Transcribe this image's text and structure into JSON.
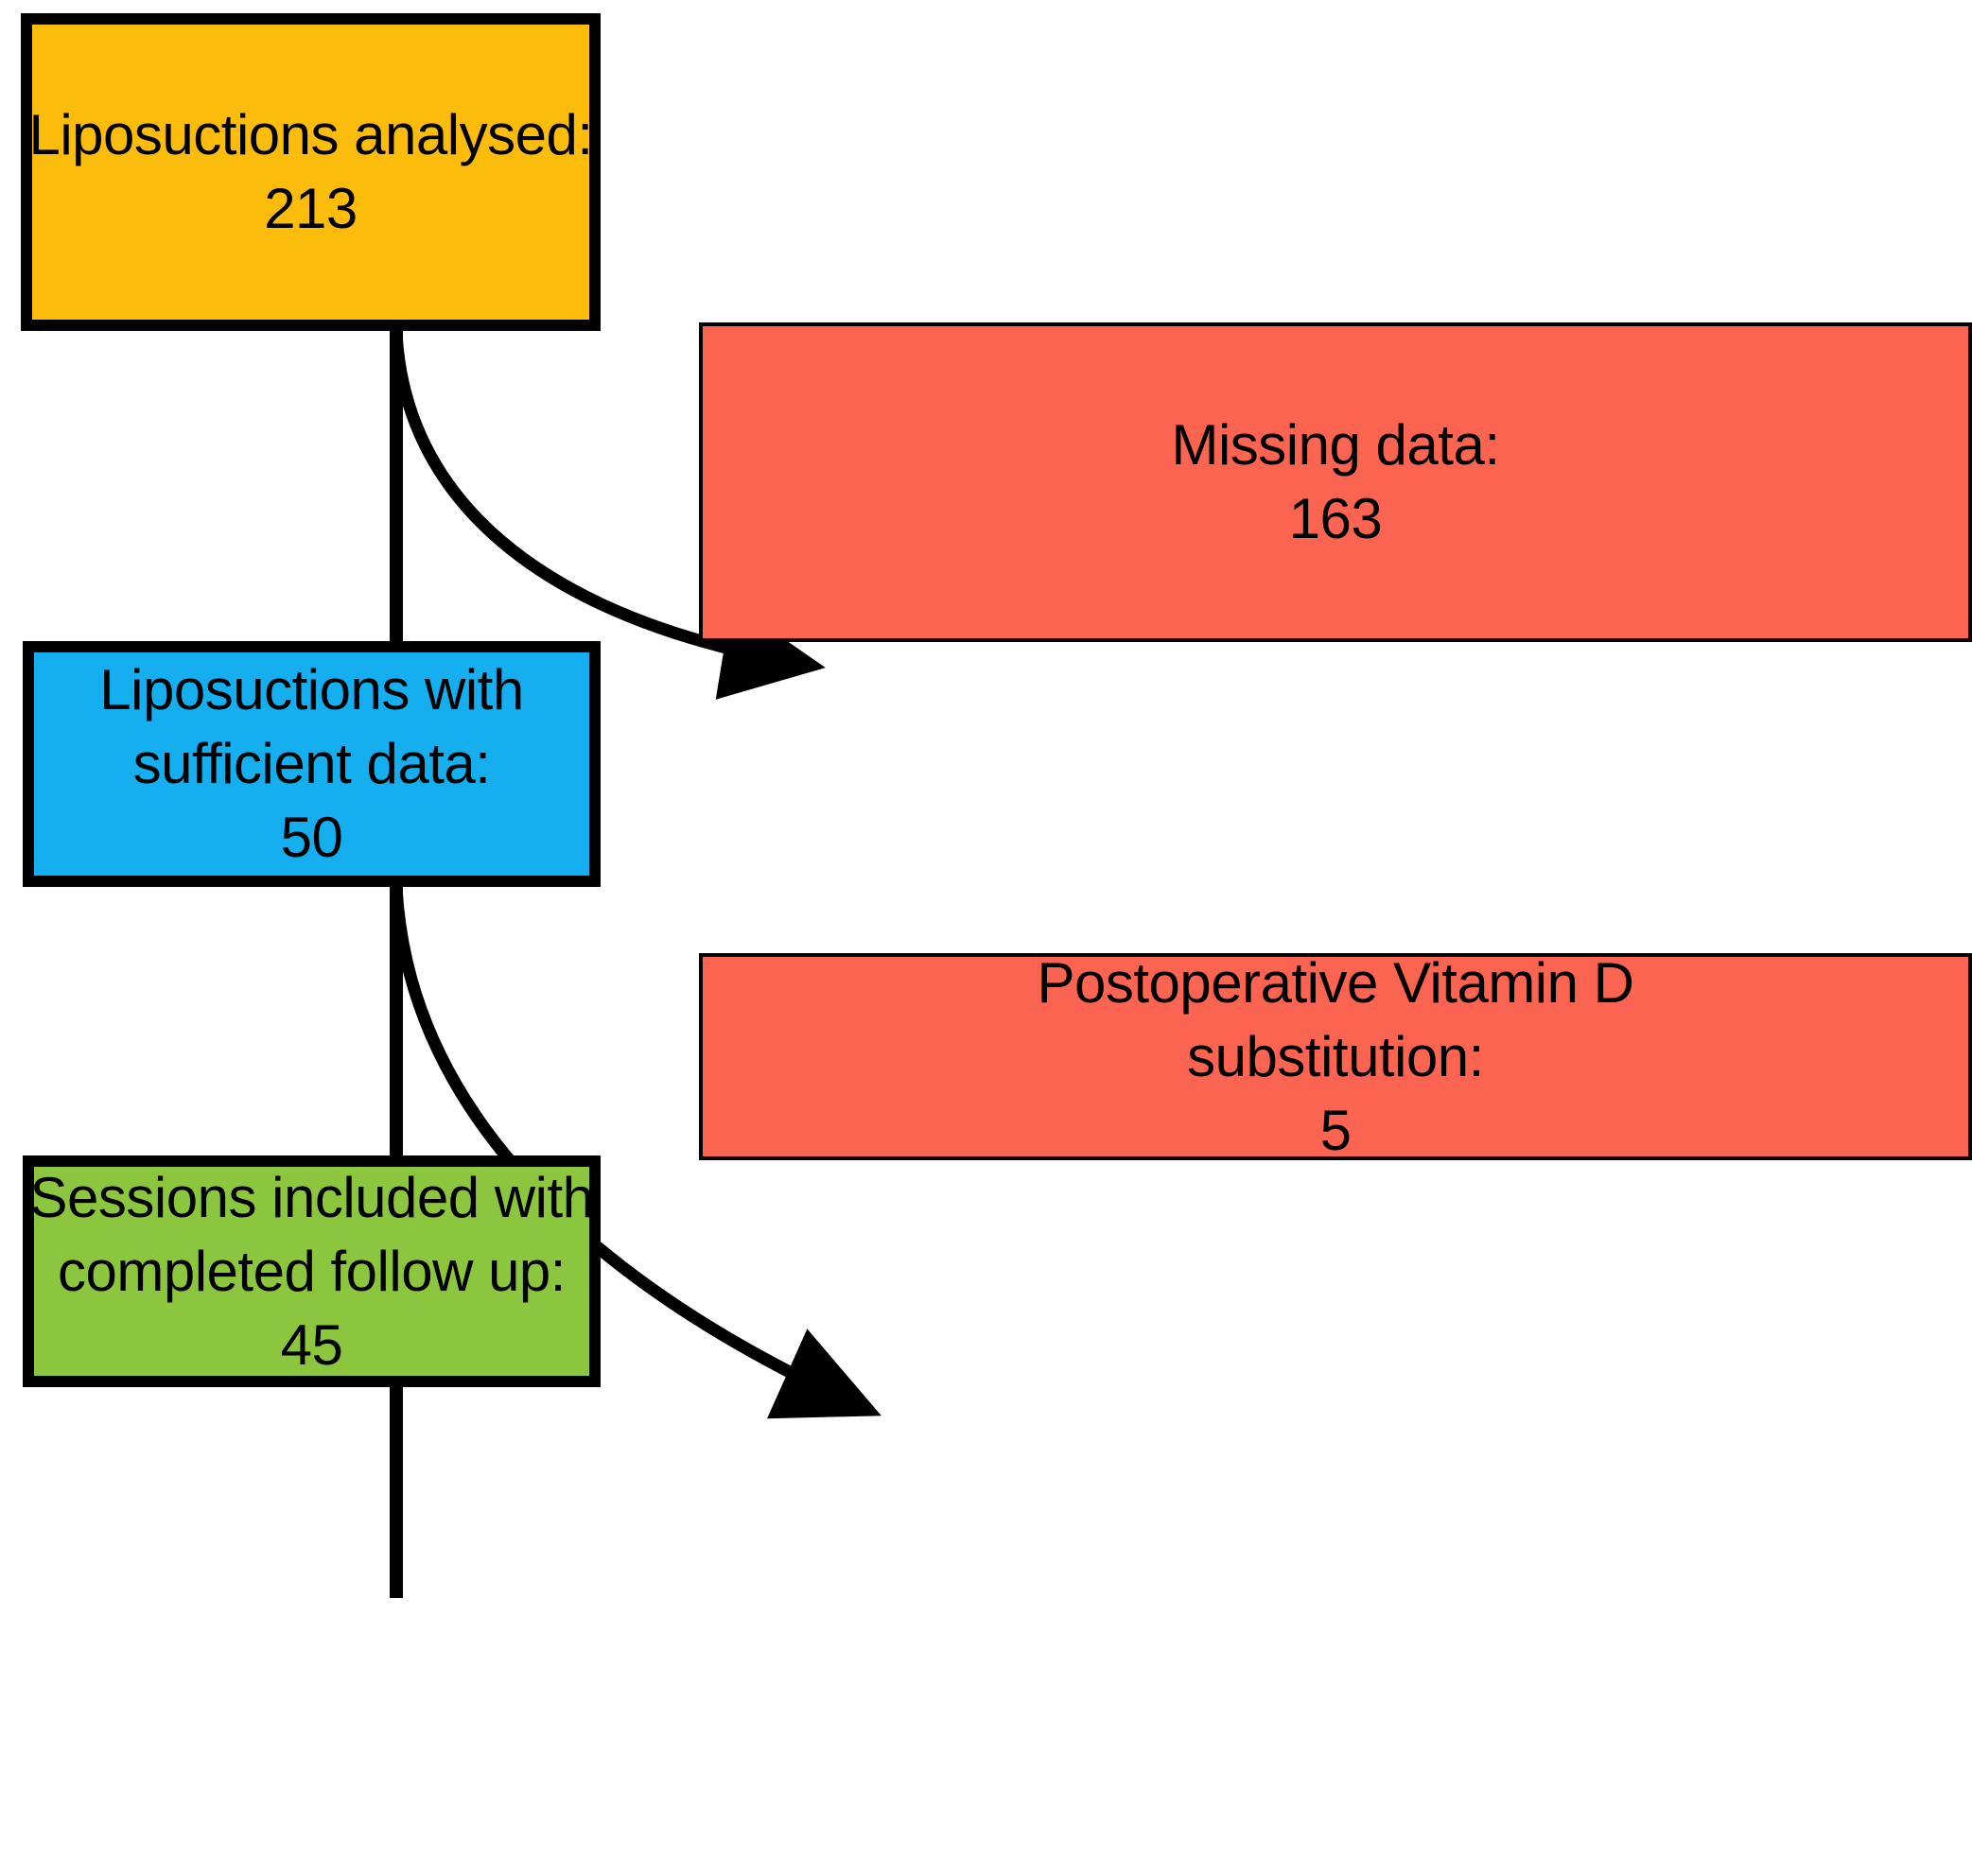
{
  "diagram": {
    "type": "flowchart",
    "title": "Patient / liposuction session inclusion flow diagram",
    "orientation": "top-to-bottom with side exclusion branches",
    "colors": {
      "included_start": "#FBBC0B",
      "excluded": "#FA6450",
      "intermediate": "#15AEEE",
      "final_included": "#8CC63E",
      "border": "#000000",
      "background": "#FFFFFF",
      "text": "#000000"
    },
    "nodes": [
      {
        "id": "analysed",
        "role": "start",
        "color": "#FBBC0B",
        "label": "Liposuctions analysed:",
        "value": "213",
        "lines": [
          "Liposuctions analysed:",
          "213"
        ]
      },
      {
        "id": "missing",
        "role": "exclusion",
        "color": "#FA6450",
        "label": "Missing data:",
        "value": "163",
        "lines": [
          "Missing data:",
          "163"
        ]
      },
      {
        "id": "sufficient",
        "role": "intermediate",
        "color": "#15AEEE",
        "label": "Liposuctions with sufficient data:",
        "value": "50",
        "lines": [
          "Liposuctions with",
          "sufficient data:",
          "50"
        ]
      },
      {
        "id": "vitamind",
        "role": "exclusion",
        "color": "#FA6450",
        "label": "Postoperative Vitamin D substitution:",
        "value": "5",
        "lines": [
          "Postoperative Vitamin D",
          "substitution:",
          "5"
        ]
      },
      {
        "id": "sessions",
        "role": "final",
        "color": "#8CC63E",
        "label": "Sessions included with completed follow up:",
        "value": "45",
        "lines": [
          "Sessions included with",
          "completed follow up:",
          "45"
        ]
      }
    ],
    "edges": [
      {
        "id": "analysed-to-sufficient",
        "from": "analysed",
        "to": "sufficient",
        "style": "straight-vertical",
        "arrowhead": false
      },
      {
        "id": "analysed-to-missing",
        "from": "analysed",
        "to": "missing",
        "style": "curved",
        "arrowhead": true
      },
      {
        "id": "sufficient-to-sessions",
        "from": "sufficient",
        "to": "sessions",
        "style": "straight-vertical",
        "arrowhead": false
      },
      {
        "id": "sufficient-to-vitamind",
        "from": "sufficient",
        "to": "vitamind",
        "style": "curved",
        "arrowhead": true
      }
    ]
  }
}
